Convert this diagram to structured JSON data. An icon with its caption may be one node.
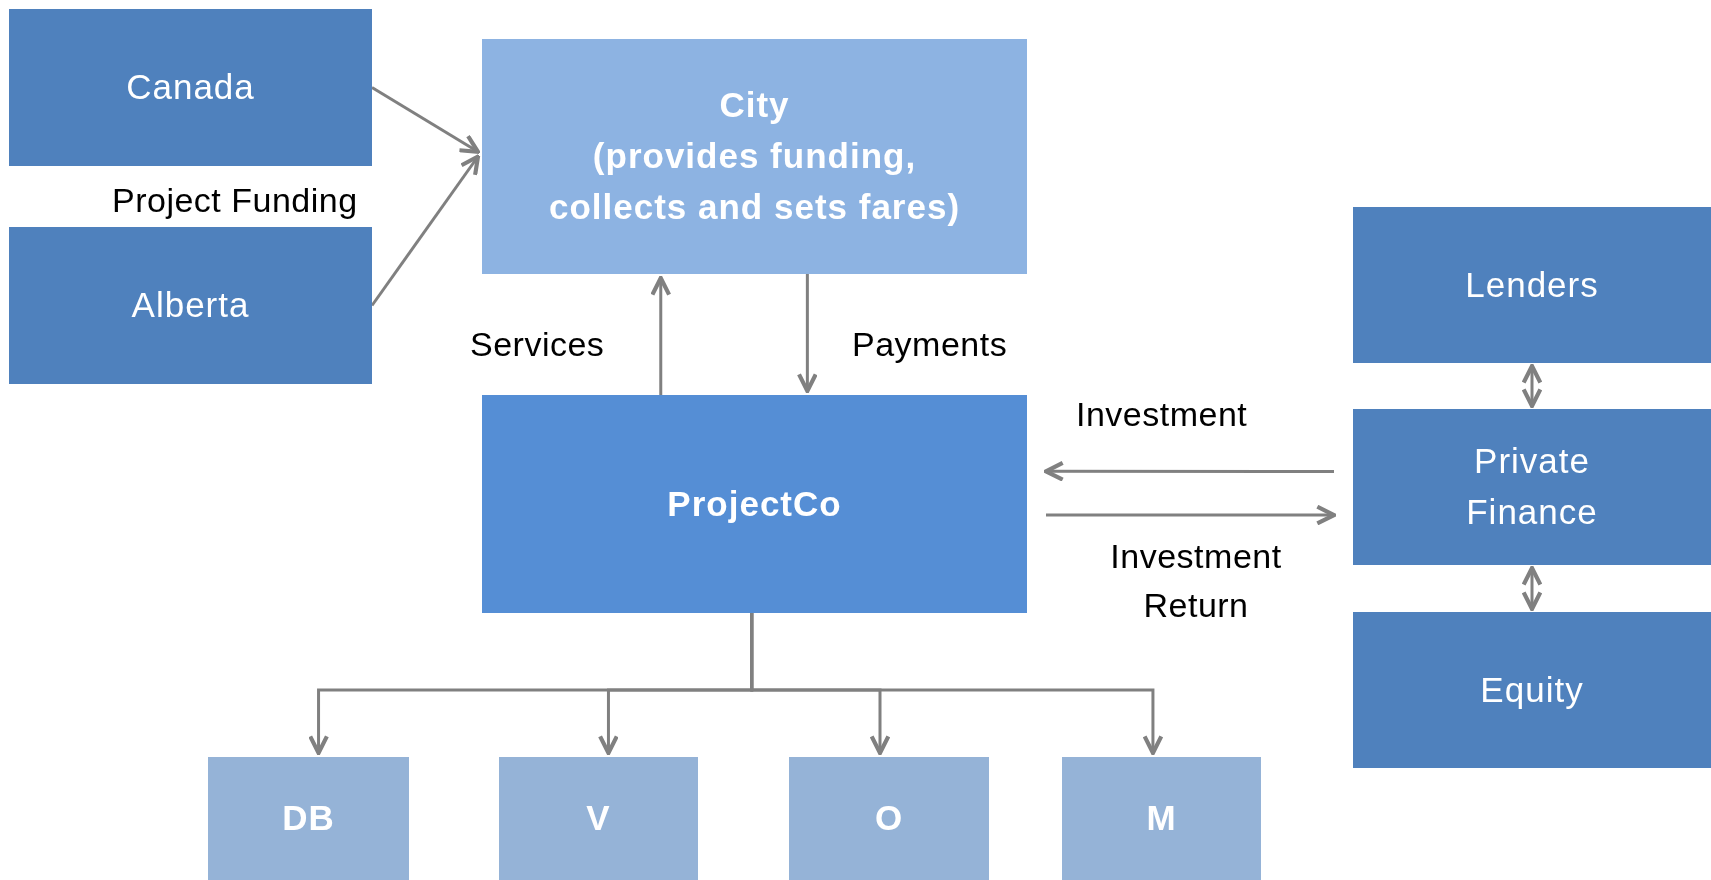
{
  "diagram": {
    "nodes": [
      {
        "text": [
          "Canada"
        ]
      },
      {
        "text": [
          "Alberta"
        ]
      },
      {
        "text": [
          "City",
          "(provides funding, collects and sets fares)"
        ]
      },
      {
        "text": [
          "ProjectCo"
        ]
      },
      {
        "text": [
          "Lenders"
        ]
      },
      {
        "text": [
          "Private Finance"
        ]
      },
      {
        "text": [
          "Equity"
        ]
      },
      {
        "text": [
          "DB"
        ]
      },
      {
        "text": [
          "V"
        ]
      },
      {
        "text": [
          "O"
        ]
      },
      {
        "text": [
          "M"
        ]
      }
    ],
    "edges": [
      {
        "from": 0,
        "to": 2,
        "arrow": "to"
      },
      {
        "from": 1,
        "to": 2,
        "arrow": "to"
      },
      {
        "from": 3,
        "to": 2,
        "arrow": "to",
        "label": "Services"
      },
      {
        "from": 2,
        "to": 3,
        "arrow": "to",
        "label": "Payments"
      },
      {
        "from": 5,
        "to": 3,
        "arrow": "to",
        "label": "Investment"
      },
      {
        "from": 3,
        "to": 5,
        "arrow": "to",
        "label": "Investment Return"
      },
      {
        "from": 4,
        "to": 5,
        "arrow": "both"
      },
      {
        "from": 5,
        "to": 6,
        "arrow": "both"
      },
      {
        "from": 3,
        "to": 7,
        "arrow": "to"
      },
      {
        "from": 3,
        "to": 8,
        "arrow": "to"
      },
      {
        "from": 3,
        "to": 9,
        "arrow": "to"
      },
      {
        "from": 3,
        "to": 10,
        "arrow": "to"
      }
    ],
    "labels": [
      "Project Funding"
    ]
  }
}
